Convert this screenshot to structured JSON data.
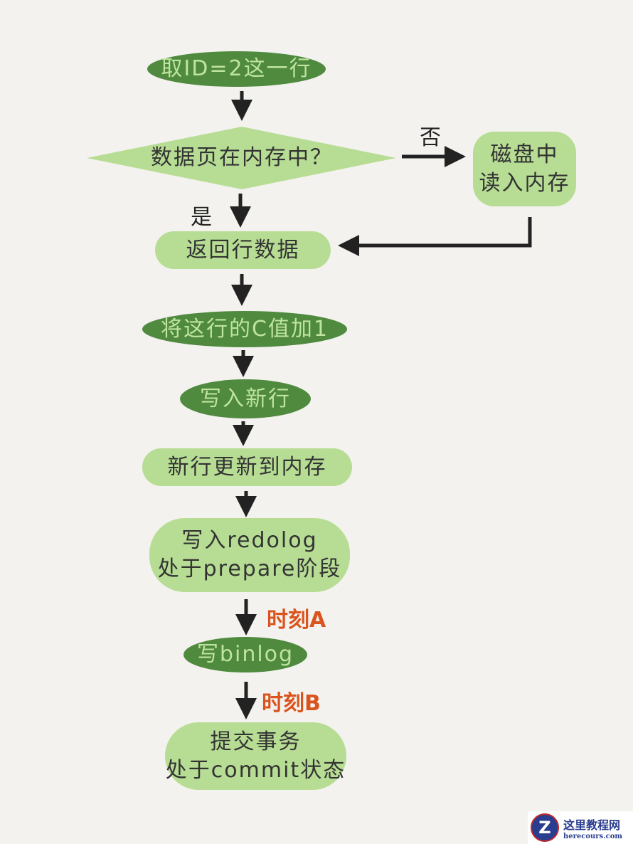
{
  "nodes": {
    "fetch_row": "取ID=2这一行",
    "decision": "数据页在内存中？",
    "disk_read": [
      "磁盘中",
      "读入内存"
    ],
    "return_row": "返回行数据",
    "add_one": "将这行的C值加1",
    "write_row": "写入新行",
    "update_memory": "新行更新到内存",
    "redolog": [
      "写入redolog",
      "处于prepare阶段"
    ],
    "binlog": "写binlog",
    "commit": [
      "提交事务",
      "处于commit状态"
    ]
  },
  "labels": {
    "no": "否",
    "yes": "是",
    "moment_a": "时刻A",
    "moment_b": "时刻B"
  },
  "watermark": {
    "name": "这里教程网",
    "site": "herecours.com"
  },
  "colors": {
    "dark_green": "#4f8a3f",
    "light_green": "#b7dd94",
    "background": "#f3f2ee",
    "moment": "#d9541e"
  }
}
